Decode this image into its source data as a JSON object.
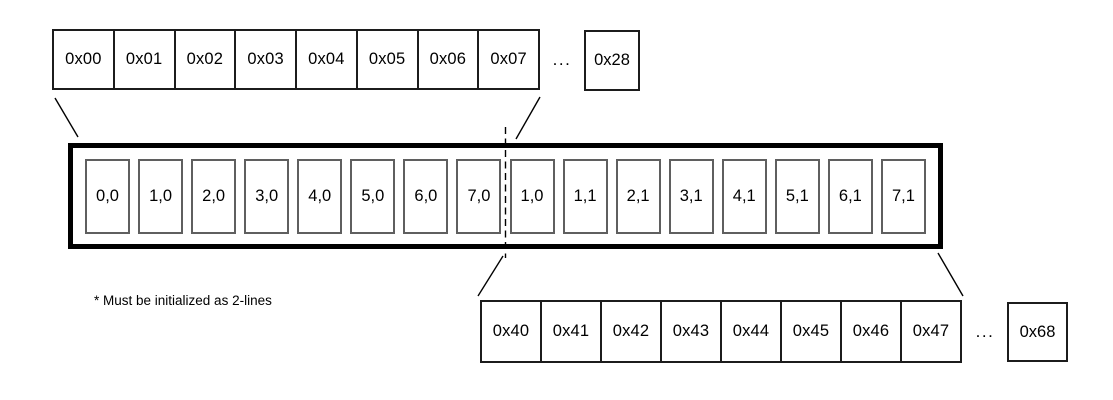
{
  "title": "two-line buffer memory mapping diagram",
  "colors": {
    "background": "#ffffff",
    "buffer_border": "#000000",
    "address_cell_border": "#1c1c1c",
    "buffer_cell_border": "#5f5f5f",
    "connector_line": "#000000"
  },
  "top_memory_row": {
    "cells": [
      "0x00",
      "0x01",
      "0x02",
      "0x03",
      "0x04",
      "0x05",
      "0x06",
      "0x07"
    ],
    "ellipsis": "...",
    "last_cell": "0x28"
  },
  "line_buffer": {
    "left_cells": [
      "0,0",
      "1,0",
      "2,0",
      "3,0",
      "4,0",
      "5,0",
      "6,0",
      "7,0"
    ],
    "right_cells": [
      "1,0",
      "1,1",
      "2,1",
      "3,1",
      "4,1",
      "5,1",
      "6,1",
      "7,1"
    ]
  },
  "bottom_memory_row": {
    "cells": [
      "0x40",
      "0x41",
      "0x42",
      "0x43",
      "0x44",
      "0x45",
      "0x46",
      "0x47"
    ],
    "ellipsis": "...",
    "last_cell": "0x68"
  },
  "footnote": "* Must be initialized as 2-lines"
}
